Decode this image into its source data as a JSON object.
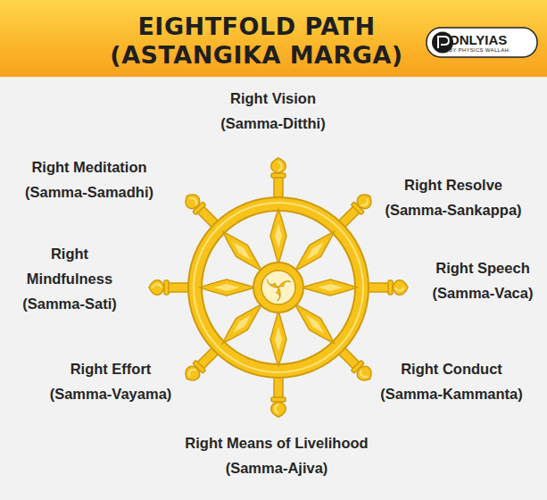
{
  "diagram": {
    "title": "EIGHTFOLD PATH (ASTANGIKA MARGA)",
    "labels": [
      "ONLYIAS",
      "BY PHYSICS WALLAH",
      "Right Vision",
      "(Samma-Ditthi)",
      "Right Resolve",
      "(Samma-Sankappa)",
      "Right Speech",
      "(Samma-Vaca)",
      "Right Conduct",
      "(Samma-Kammanta)",
      "Right Means of Livelihood",
      "(Samma-Ajiva)",
      "Right Effort",
      "(Samma-Vayama)",
      "Right Mindfulness",
      "(Samma-Sati)",
      "Right Meditation",
      "(Samma-Samadhi)"
    ]
  }
}
